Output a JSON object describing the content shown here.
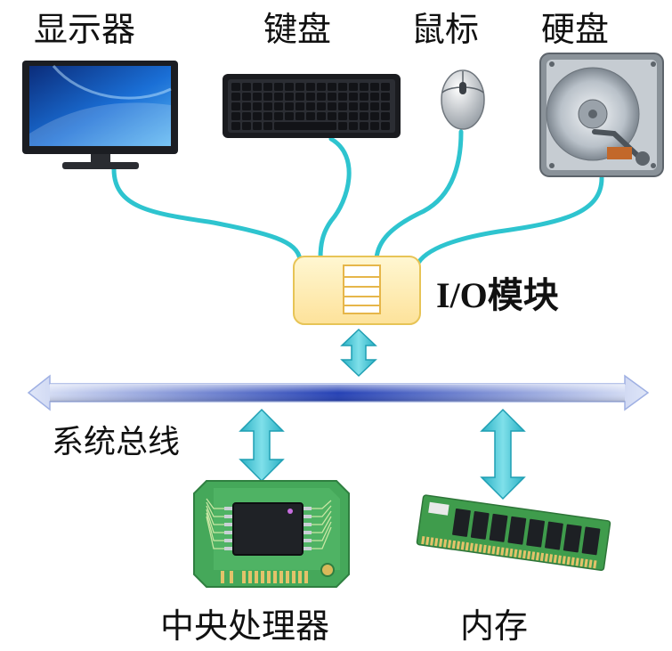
{
  "devices": {
    "monitor": "显示器",
    "keyboard": "键盘",
    "mouse": "鼠标",
    "harddisk": "硬盘"
  },
  "io_module": "I/O模块",
  "system_bus": "系统总线",
  "cpu": "中央处理器",
  "memory": "内存",
  "colors": {
    "cable": "#2ec4cf",
    "bus": "#2f4fc0",
    "arrow": "#3dbfd1",
    "io_fill": "#fde9a8",
    "io_border": "#e7c456",
    "chip_board": "#45a85a"
  },
  "icons": [
    "monitor-icon",
    "keyboard-icon",
    "mouse-icon",
    "harddisk-icon",
    "document-icon",
    "cpu-chip-icon",
    "memory-stick-icon"
  ]
}
